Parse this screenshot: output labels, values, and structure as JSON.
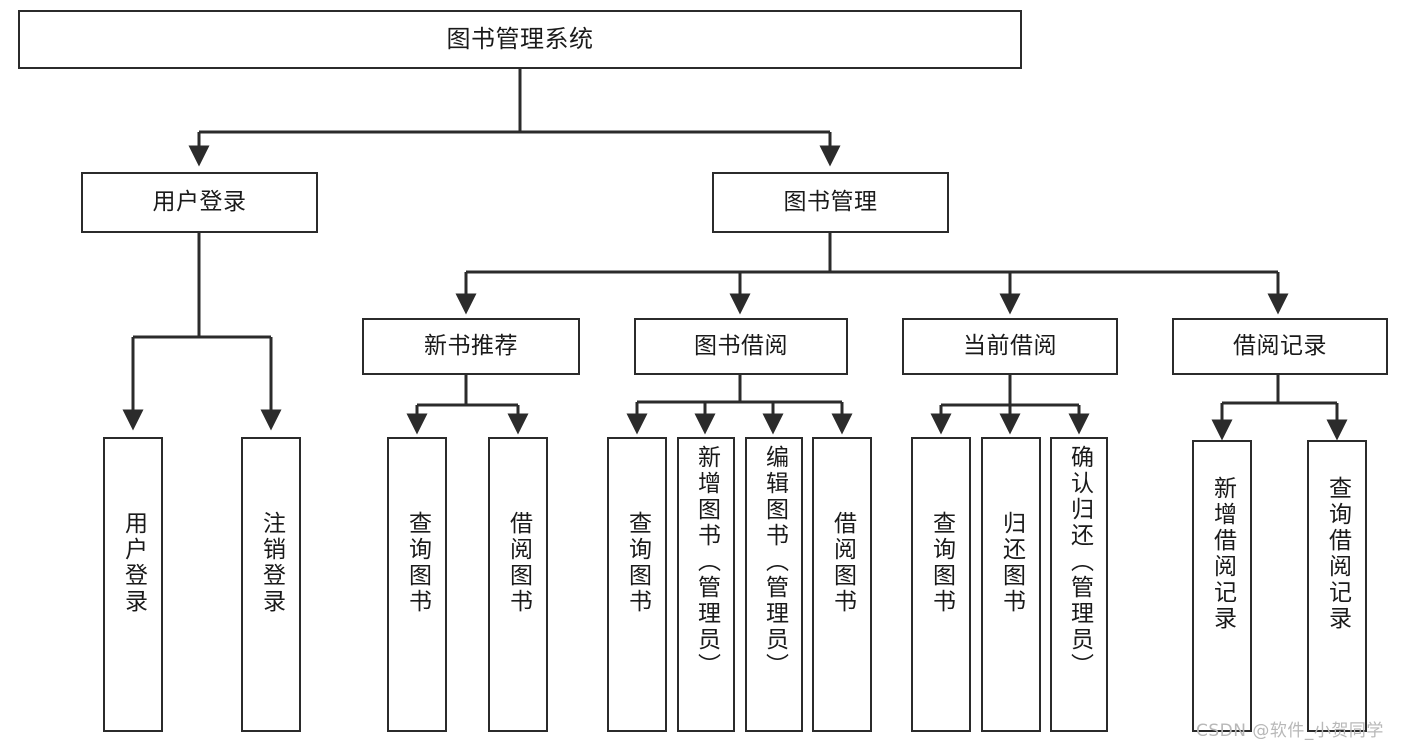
{
  "diagram": {
    "title": "图书管理系统",
    "type": "hierarchy-tree",
    "colors": {
      "stroke": "#2b2b2b",
      "text": "#1a1a1a",
      "background": "#ffffff",
      "watermark": "#b8b8b8"
    },
    "root": {
      "label": "图书管理系统"
    },
    "level1": [
      {
        "label": "用户登录"
      },
      {
        "label": "图书管理"
      }
    ],
    "level2": [
      {
        "label": "新书推荐"
      },
      {
        "label": "图书借阅"
      },
      {
        "label": "当前借阅"
      },
      {
        "label": "借阅记录"
      }
    ],
    "leaves": {
      "user_login": [
        {
          "label": "用户登录"
        },
        {
          "label": "注销登录"
        }
      ],
      "new_book": [
        {
          "label": "查询图书"
        },
        {
          "label": "借阅图书"
        }
      ],
      "borrow_book": [
        {
          "label": "查询图书"
        },
        {
          "label": "新增图书（管理员）"
        },
        {
          "label": "编辑图书（管理员）"
        },
        {
          "label": "借阅图书"
        }
      ],
      "current_borrow": [
        {
          "label": "查询图书"
        },
        {
          "label": "归还图书"
        },
        {
          "label": "确认归还（管理员）"
        }
      ],
      "borrow_record": [
        {
          "label": "新增借阅记录"
        },
        {
          "label": "查询借阅记录"
        }
      ]
    }
  },
  "watermark": {
    "text": "CSDN @软件_小贺同学"
  }
}
